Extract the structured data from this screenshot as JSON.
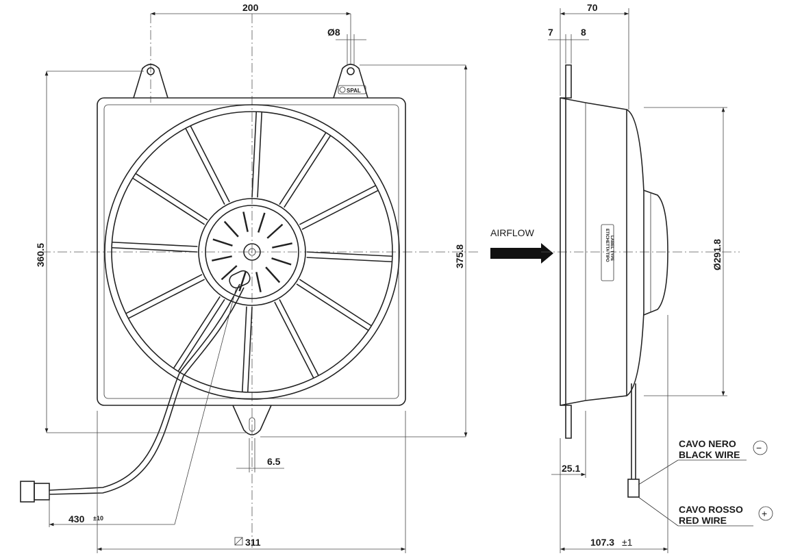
{
  "dimensions": {
    "top_spacing": "200",
    "hole_dia": "Ø8",
    "depth_total": "70",
    "flange_a": "7",
    "flange_b": "8",
    "height_holes": "360.5",
    "height_total": "375.8",
    "fan_dia": "Ø291.8",
    "bottom_slot": "6.5",
    "flange_depth": "25.1",
    "cable_length": "430",
    "cable_tol": "±10",
    "width": "311",
    "overall_depth": "107.3",
    "overall_tol": "±1"
  },
  "labels": {
    "airflow": "AIRFLOW",
    "black_wire_it": "CAVO NERO",
    "black_wire_en": "BLACK WIRE",
    "red_wire_it": "CAVO ROSSO",
    "red_wire_en": "RED WIRE",
    "minus": "−",
    "plus": "+",
    "label_type_it": "ETICHETTA TIPO",
    "label_type_en": "LABEL TYPE",
    "brand": "SPAL"
  },
  "spoke_count": 12
}
